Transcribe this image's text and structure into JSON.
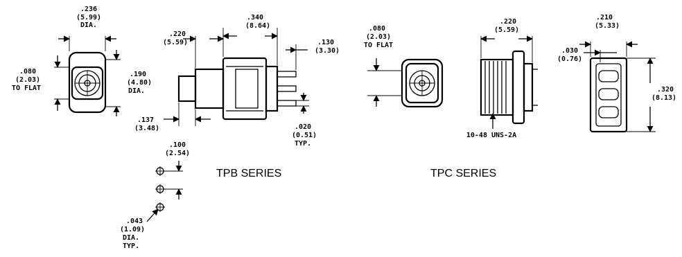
{
  "tpb_front": {
    "dia_dim": [
      ".236",
      "(5.99)",
      "DIA."
    ],
    "flat_dim": [
      ".080",
      "(2.03)",
      "TO FLAT"
    ],
    "side_dia_dim": [
      ".190",
      "(4.80)",
      "DIA."
    ]
  },
  "tpb_side": {
    "length_dim": [
      ".340",
      "(8.64)"
    ],
    "height_dim": [
      ".220",
      "(5.59)"
    ],
    "tip_dim": [
      ".130",
      "(3.30)"
    ],
    "plunger_dim": [
      ".137",
      "(3.48)"
    ],
    "pin_dim": [
      ".020",
      "(0.51)",
      "TYP."
    ]
  },
  "tpb_footprint": {
    "pitch_dim": [
      ".100",
      "(2.54)"
    ],
    "hole_dim": [
      ".043",
      "(1.09)",
      "DIA.",
      "TYP."
    ]
  },
  "tpb_series_label": "TPB SERIES",
  "tpc_front": {
    "flat_dim": [
      ".080",
      "(2.03)",
      "TO FLAT"
    ]
  },
  "tpc_side": {
    "width_dim": [
      ".220",
      "(5.59)"
    ],
    "thread_label": "10-48 UNS-2A"
  },
  "tpc_bottom": {
    "width_dim": [
      ".210",
      "(5.33)"
    ],
    "inset_dim": [
      ".030",
      "(0.76)"
    ],
    "height_dim": [
      ".320",
      "(8.13)"
    ]
  },
  "tpc_series_label": "TPC SERIES"
}
